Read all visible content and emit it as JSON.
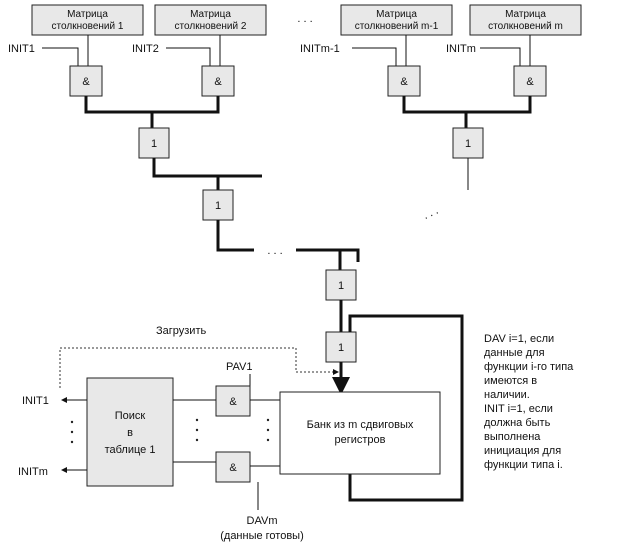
{
  "matrices": [
    {
      "line1": "Матрица",
      "line2": "столкновений 1"
    },
    {
      "line1": "Матрица",
      "line2": "столкновений 2"
    },
    {
      "line1": "Матрица",
      "line2": "столкновений m-1"
    },
    {
      "line1": "Матрица",
      "line2": "столкновений m"
    }
  ],
  "ellipsis_h": ". . .",
  "labels": {
    "init1": "INIT1",
    "init2": "INIT2",
    "initm_1": "INITm-1",
    "initm": "INITm",
    "load": "Загрузить",
    "pav1": "PAV1",
    "davm": "DAVm",
    "davm_note": "(данные готовы)"
  },
  "symbols": {
    "and": "&",
    "or": "1"
  },
  "search": {
    "line1": "Поиск",
    "line2": "в",
    "line3": "таблице 1"
  },
  "bank": {
    "line1": "Банк из m сдвиговых",
    "line2": "регистров"
  },
  "note": [
    "DAV i=1, если",
    "данные для",
    "функции i-го типа",
    "имеются в",
    "наличии.",
    "INIT i=1, если",
    "должна быть",
    "выполнена",
    "инициация для",
    "функции типа i."
  ]
}
